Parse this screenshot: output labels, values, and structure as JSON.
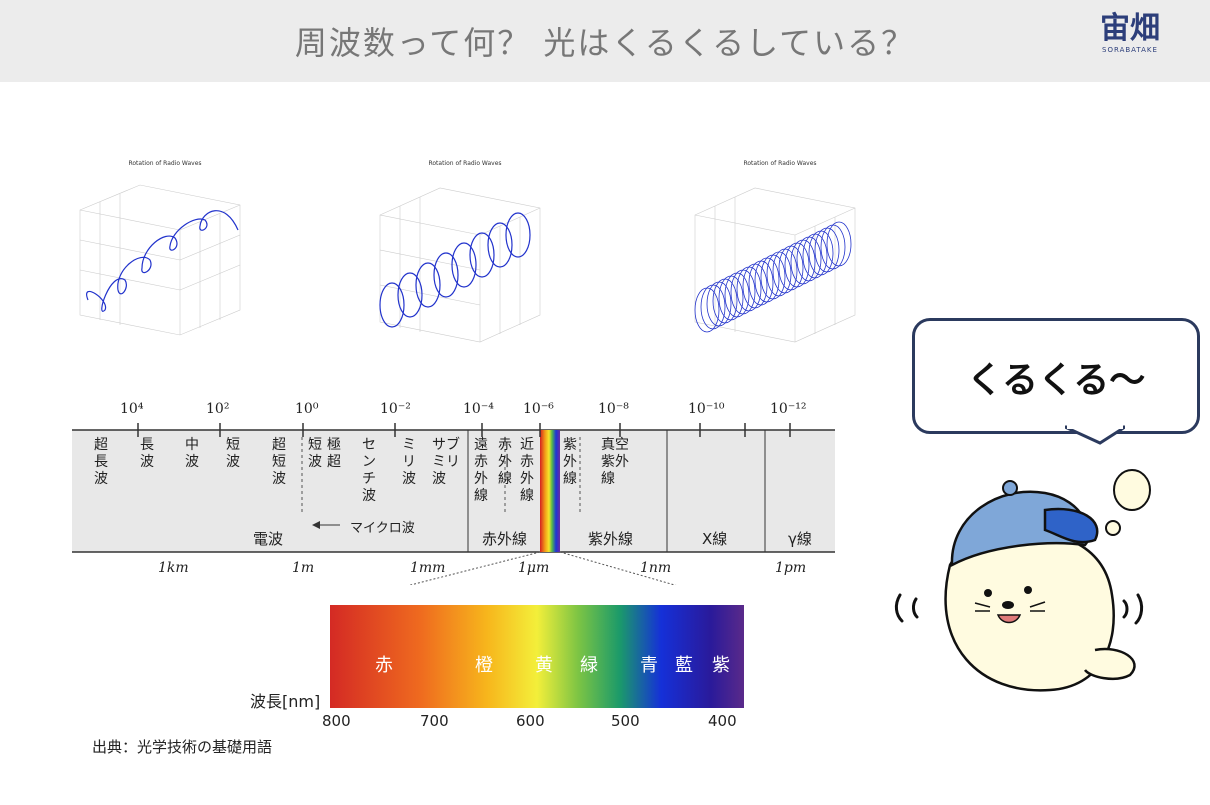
{
  "header": {
    "title": "周波数って何？ 光はくるくるしている？",
    "logo_text": "宙畑",
    "logo_sub": "SORABATAKE"
  },
  "plots": [
    {
      "title": "Rotation of Radio Waves"
    },
    {
      "title": "Rotation of Radio Waves"
    },
    {
      "title": "Rotation of Radio Waves"
    }
  ],
  "spectrum": {
    "powers": [
      "10⁴",
      "10²",
      "10⁰",
      "10⁻²",
      "10⁻⁴",
      "10⁻⁶",
      "10⁻⁸",
      "10⁻¹⁰",
      "10⁻¹²"
    ],
    "bands": [
      "超長波",
      "長波",
      "中波",
      "短波",
      "超短波",
      "短波",
      "極超",
      "センチ波",
      "ミリ波",
      "サブミリ波",
      "遠赤外線",
      "赤外線",
      "近赤外線",
      "紫外線",
      "真空紫外線"
    ],
    "groups": [
      "電波",
      "マイクロ波",
      "赤外線",
      "紫外線",
      "X線",
      "γ線"
    ],
    "lengths": [
      "1km",
      "1m",
      "1mm",
      "1μm",
      "1nm",
      "1pm"
    ]
  },
  "visible": {
    "colors": [
      "赤",
      "橙",
      "黄",
      "緑",
      "青",
      "藍",
      "紫"
    ],
    "axis_label": "波長[nm]",
    "ticks": [
      "800",
      "700",
      "600",
      "500",
      "400"
    ]
  },
  "source": "出典：光学技術の基礎用語",
  "bubble_text": "くるくる〜"
}
